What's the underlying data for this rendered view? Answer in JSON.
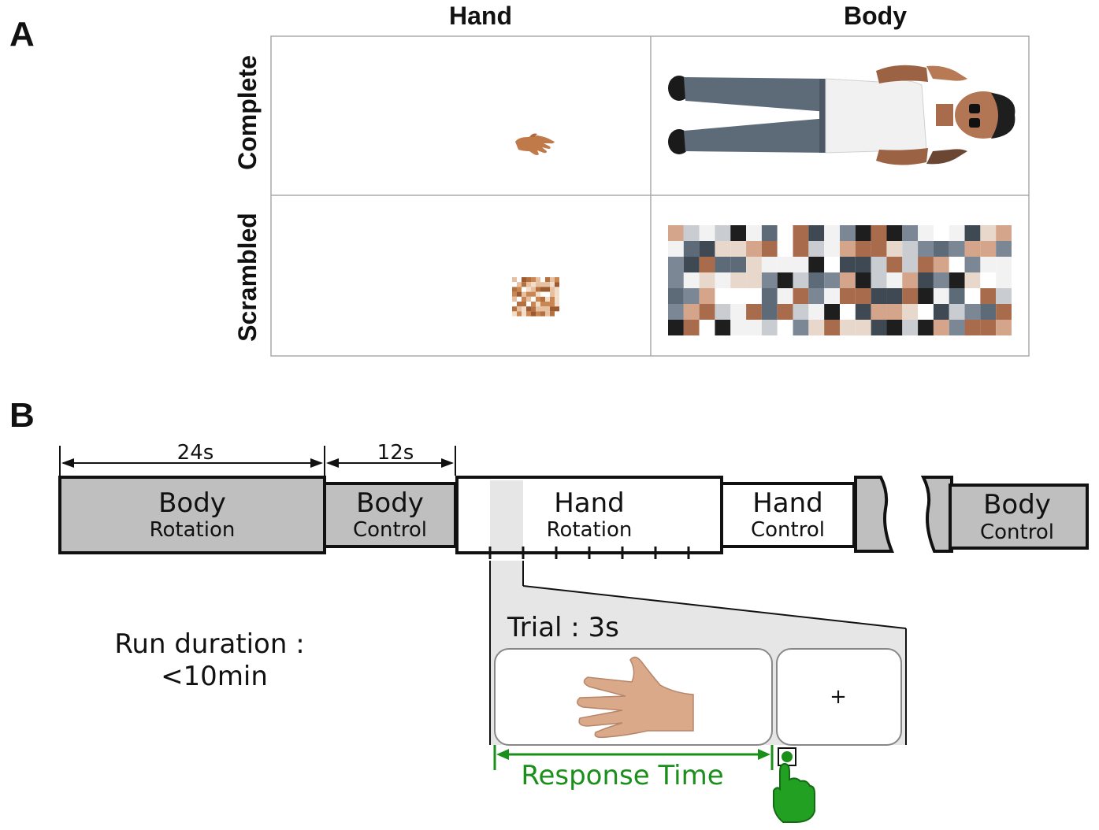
{
  "panel_a": {
    "label": "A",
    "col_headers": [
      "Hand",
      "Body"
    ],
    "row_headers": [
      "Complete",
      "Scrambled"
    ],
    "cells": [
      {
        "row": "Complete",
        "col": "Hand",
        "icon": "small-hand-photo"
      },
      {
        "row": "Complete",
        "col": "Body",
        "icon": "lying-body-photo"
      },
      {
        "row": "Scrambled",
        "col": "Hand",
        "icon": "scrambled-hand-mosaic"
      },
      {
        "row": "Scrambled",
        "col": "Body",
        "icon": "scrambled-body-mosaic"
      }
    ]
  },
  "panel_b": {
    "label": "B",
    "durations": {
      "block1": "24s",
      "block2": "12s"
    },
    "blocks": [
      {
        "title": "Body",
        "subtitle": "Rotation",
        "shade": "#bfbfbf"
      },
      {
        "title": "Body",
        "subtitle": "Control",
        "shade": "#bfbfbf"
      },
      {
        "title": "Hand",
        "subtitle": "Rotation",
        "shade": "#ffffff"
      },
      {
        "title": "Hand",
        "subtitle": "Control",
        "shade": "#ffffff"
      },
      {
        "title": "Body",
        "subtitle": "Control",
        "shade": "#bfbfbf"
      }
    ],
    "run_duration_line1": "Run duration :",
    "run_duration_line2": "<10min",
    "trial_label": "Trial : 3s",
    "fixation": "+",
    "response_label": "Response Time",
    "colors": {
      "gray": "#bfbfbf",
      "green": "#1a8f1a",
      "trial_bg": "#e6e6e6"
    },
    "icons": [
      "hand-stimulus-icon",
      "pointing-finger-icon",
      "response-button-icon"
    ]
  }
}
